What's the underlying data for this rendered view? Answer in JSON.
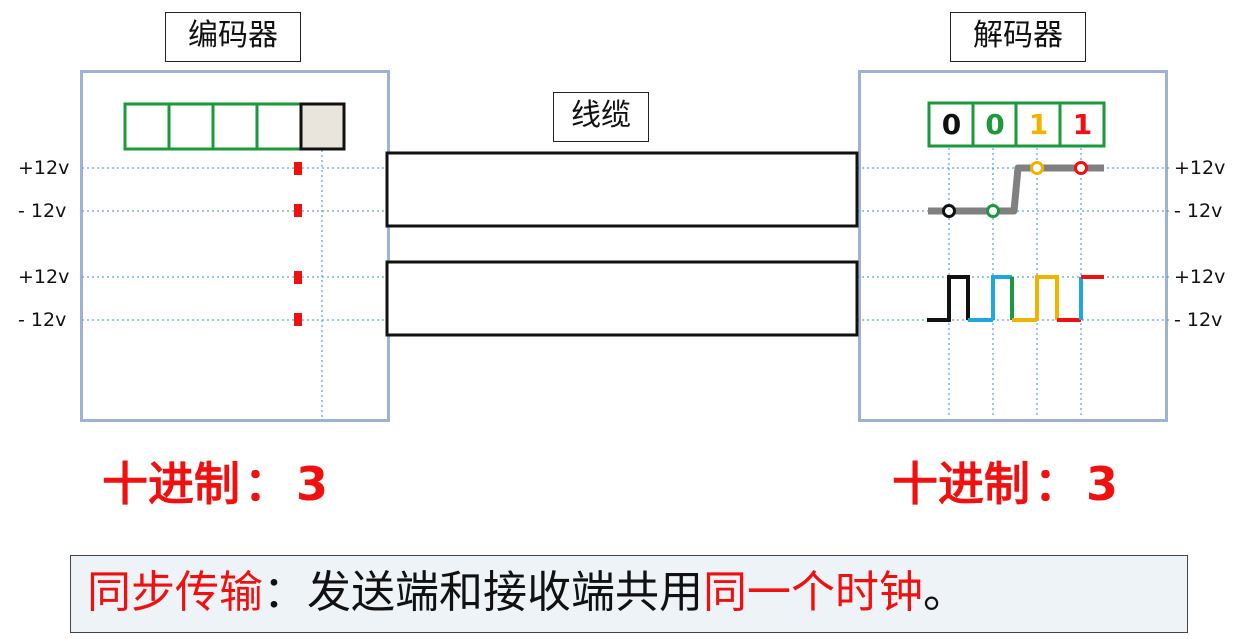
{
  "encoder": {
    "title": "编码器"
  },
  "decoder": {
    "title": "解码器",
    "bits": [
      "0",
      "0",
      "1",
      "1"
    ]
  },
  "cable": {
    "title": "线缆"
  },
  "voltage": {
    "upper_high": "+12v",
    "upper_low": "- 12v",
    "lower_high": "+12v",
    "lower_low": "- 12v"
  },
  "decimal": {
    "label": "十进制",
    "colon": "：",
    "value": "3"
  },
  "caption": {
    "part1": "同步传输",
    "colon": "：",
    "part2": "发送端和接收端共用",
    "part3": "同一个时钟",
    "end": "。"
  },
  "colors": {
    "red": "#f01010",
    "green": "#1a9a3a",
    "yellow": "#f0b400",
    "blue": "#1fa8e0",
    "black": "#111111",
    "gray": "#808080",
    "panel_border": "#9db3d6",
    "dotted": "#3a8cc8"
  }
}
